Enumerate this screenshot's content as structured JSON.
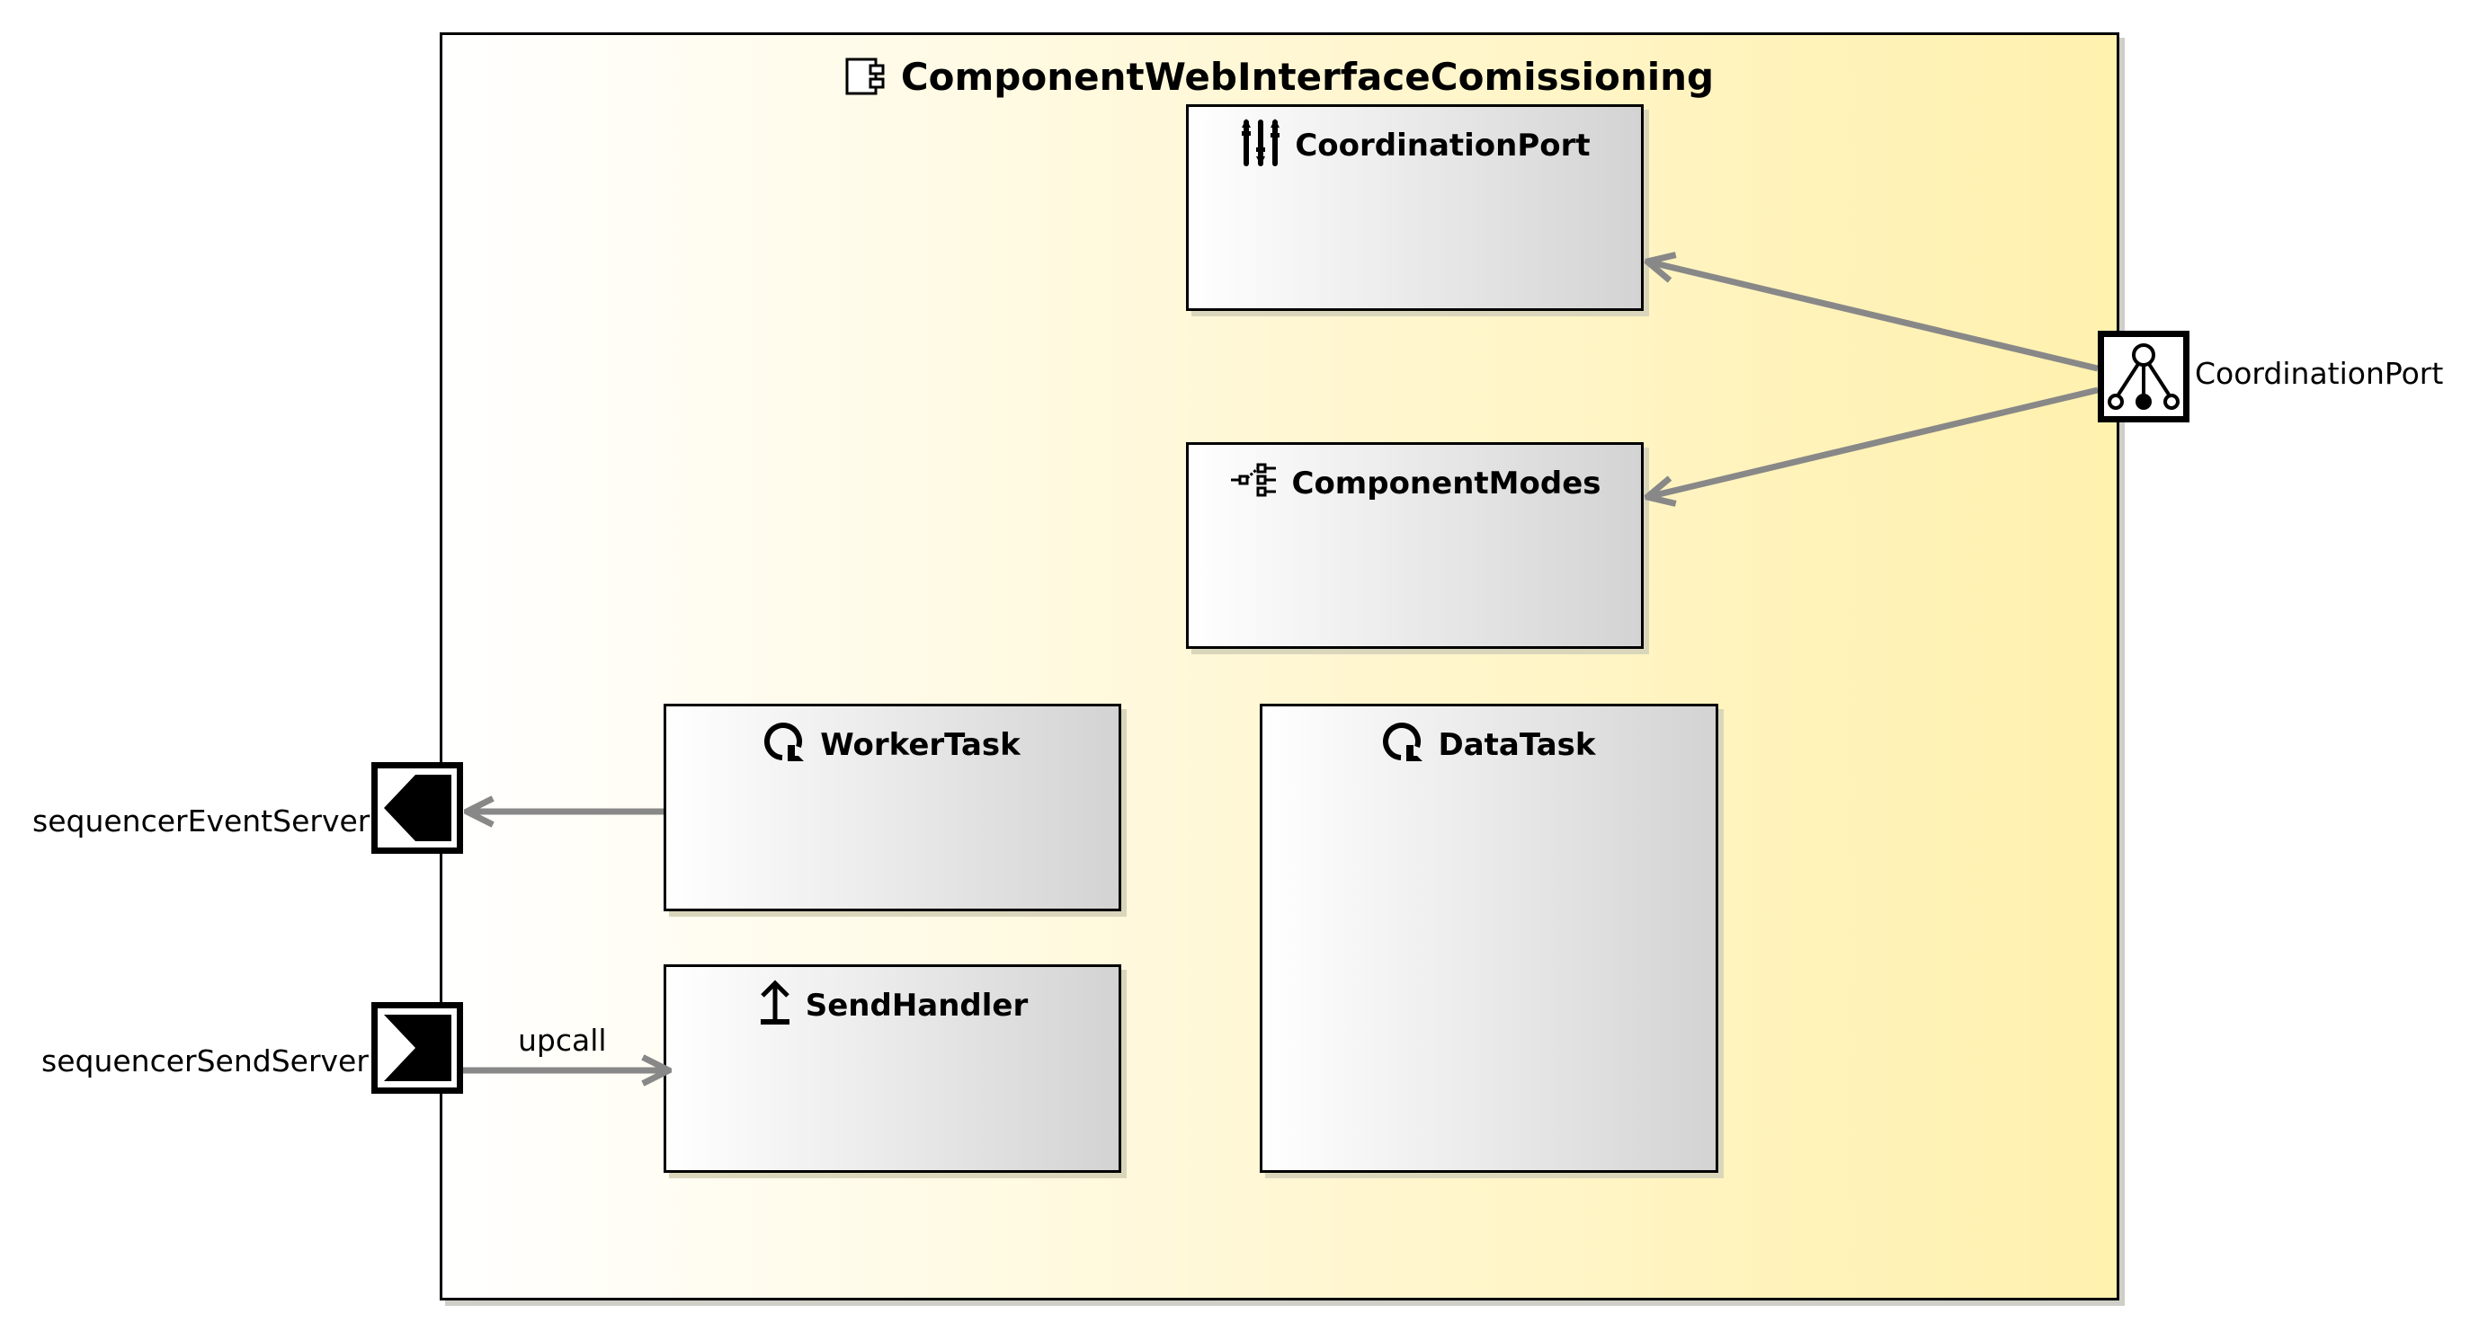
{
  "diagram": {
    "component": {
      "name": "ComponentWebInterfaceComissioning",
      "icon": "component-icon",
      "background_gradient": [
        "#ffffff",
        "#fff1ae"
      ]
    },
    "parts": [
      {
        "id": "coordination-port",
        "label": "CoordinationPort",
        "icon": "coordination-port-icon"
      },
      {
        "id": "component-modes",
        "label": "ComponentModes",
        "icon": "mode-switch-icon"
      },
      {
        "id": "worker-task",
        "label": "WorkerTask",
        "icon": "task-loop-icon"
      },
      {
        "id": "data-task",
        "label": "DataTask",
        "icon": "task-loop-icon"
      },
      {
        "id": "send-handler",
        "label": "SendHandler",
        "icon": "upcall-handler-icon"
      }
    ],
    "ports": [
      {
        "id": "sequencer-event-server",
        "label": "sequencerEventServer",
        "icon": "event-server-port-icon",
        "side": "left"
      },
      {
        "id": "sequencer-send-server",
        "label": "sequencerSendServer",
        "icon": "send-server-port-icon",
        "side": "left"
      },
      {
        "id": "coordination-port-external",
        "label": "CoordinationPort",
        "icon": "coordination-slave-port-icon",
        "side": "right"
      }
    ],
    "connections": [
      {
        "from": "coordination-port-external",
        "to": "coordination-port",
        "label": ""
      },
      {
        "from": "coordination-port-external",
        "to": "component-modes",
        "label": ""
      },
      {
        "from": "worker-task",
        "to": "sequencer-event-server",
        "label": ""
      },
      {
        "from": "sequencer-send-server",
        "to": "send-handler",
        "label": "upcall"
      }
    ],
    "colors": {
      "connector": "#888888",
      "border": "#000000",
      "part_gradient": [
        "#ffffff",
        "#d3d3d3"
      ]
    }
  }
}
